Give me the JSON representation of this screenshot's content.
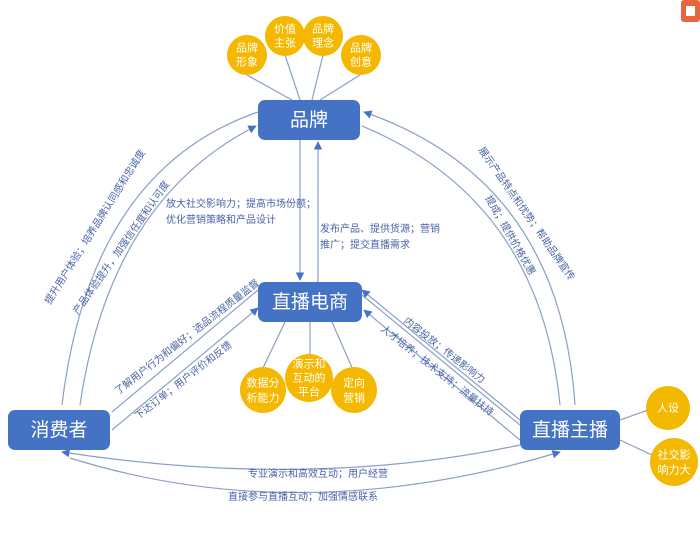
{
  "nodes": {
    "brand": "品牌",
    "ecommerce": "直播电商",
    "consumer": "消费者",
    "anchor": "直播主播"
  },
  "brand_attrs": [
    [
      "品牌",
      "形象"
    ],
    [
      "价值",
      "主张"
    ],
    [
      "品牌",
      "理念"
    ],
    [
      "品牌",
      "创意"
    ]
  ],
  "ecommerce_attrs": [
    [
      "数据分",
      "析能力"
    ],
    [
      "演示和",
      "互动的",
      "平台"
    ],
    [
      "定向",
      "营销"
    ]
  ],
  "anchor_attrs": [
    [
      "人设"
    ],
    [
      "社交影",
      "响力大"
    ]
  ],
  "edges": {
    "brand_to_ecom": [
      "发布产品、提供货源；营销",
      "推广；提交直播需求"
    ],
    "ecom_to_brand": [
      "放大社交影响力；提高市场份额；",
      "优化营销策略和产品设计"
    ],
    "consumer_brand_outer": "提升用户体验；培养品牌认同感和忠诚度",
    "consumer_brand_inner": "产品体验提升，加强信任度和认可度",
    "anchor_brand_outer": "展示产品特点和优势；帮助品牌宣传",
    "anchor_brand_inner": "提成；提供价格优惠",
    "ecom_consumer_upper": "了解用户行为和偏好；选品流程质量监督",
    "ecom_consumer_lower": "下达订单；用户评价和反馈",
    "anchor_ecom_upper": "内容投放；传递影响力",
    "anchor_ecom_lower": "人才培养；技术支持；流量扶持",
    "anchor_consumer_upper": "专业演示和高效互动；用户经营",
    "anchor_consumer_lower": "直接参与直播互动；加强情感联系"
  }
}
